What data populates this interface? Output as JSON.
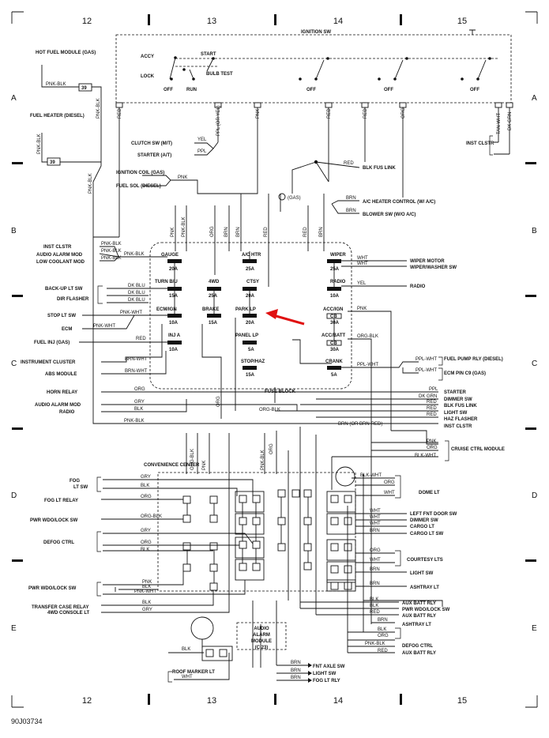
{
  "grid": {
    "columns": [
      "12",
      "13",
      "14",
      "15"
    ],
    "rows": [
      "A",
      "B",
      "C",
      "D",
      "E"
    ]
  },
  "diagram_id": "90J03734",
  "ignition": {
    "title": "IGNITION SW",
    "positions": [
      "ACCY",
      "START",
      "LOCK",
      "BULB TEST",
      "OFF",
      "RUN",
      "OFF",
      "OFF",
      "OFF"
    ],
    "wires": [
      "RED",
      "PPL (OR YEL)",
      "PNK",
      "RED",
      "RED",
      "ORG",
      "TAN-WHT",
      "DK GRN"
    ]
  },
  "left_labels": {
    "hot_fuel_module": "HOT FUEL MODULE (GAS)",
    "fuel_heater": "FUEL HEATER (DIESEL)",
    "conn39": "39",
    "pnk_blk": "PNK-BLK",
    "clutch_sw": "CLUTCH SW (M/T)",
    "starter_at": "STARTER (A/T)",
    "yel": "YEL",
    "ppl": "PPL",
    "ign_coil": "IGNITION COIL (GAS)",
    "fuel_sol": "FUEL SOL (DIESEL)",
    "pnk": "PNK",
    "inst_clstr": "INST CLSTR",
    "audio_alarm_mod": "AUDIO ALARM MOD",
    "low_coolant_mod": "LOW COOLANT MOD",
    "backup_lt_sw": "BACK-UP LT SW",
    "dir_flasher": "DIR FLASHER",
    "dk_blu": "DK BLU",
    "stop_lt_sw": "STOP LT SW",
    "ecm": "ECM",
    "pnk_wht": "PNK-WHT",
    "fuel_inj": "FUEL INJ (GAS)",
    "red": "RED",
    "instrument_cluster": "INSTRUMENT CLUSTER",
    "brn_wht": "BRN-WHT",
    "abs_module": "ABS MODULE",
    "horn_relay": "HORN RELAY",
    "org": "ORG",
    "audio_alarm_mod2": "AUDIO ALARM MOD",
    "gry": "GRY",
    "radio": "RADIO",
    "blk": "BLK",
    "fog_lt_sw": "FOG LT SW",
    "fog_lt_relay": "FOG LT RELAY",
    "pwr_wdo_lock_sw": "PWR WDO/LOCK SW",
    "org_blk": "ORG-BLK",
    "defog_ctrl": "DEFOG CTRL",
    "pwr_wdo_lock_sw2": "PWR WDO/LOCK SW",
    "transfer_case_relay": "TRANSFER CASE RELAY",
    "wd_console_lt": "4WD CONSOLE LT",
    "roof_marker_lt": "ROOF MARKER LT",
    "wht": "WHT"
  },
  "fuses": [
    {
      "name": "GAUGE",
      "amp": "20A"
    },
    {
      "name": "A/C HTR",
      "amp": "25A"
    },
    {
      "name": "WIPER",
      "amp": "25A"
    },
    {
      "name": "TURN B/U",
      "amp": "15A"
    },
    {
      "name": "4WD",
      "amp": "25A"
    },
    {
      "name": "CTSY",
      "amp": "20A"
    },
    {
      "name": "RADIO",
      "amp": "10A"
    },
    {
      "name": "ECM/IGN",
      "amp": "10A"
    },
    {
      "name": "BRAKE",
      "amp": "15A"
    },
    {
      "name": "PARK LP",
      "amp": "20A"
    },
    {
      "name": "ACC/IGN",
      "amp": "30A"
    },
    {
      "name": "INJ A",
      "amp": "10A"
    },
    {
      "name": "PANEL LP",
      "amp": "5A"
    },
    {
      "name": "ACC/BATT",
      "amp": "30A"
    },
    {
      "name": "STOP/HAZ",
      "amp": "15A"
    },
    {
      "name": "CRANK",
      "amp": "5A"
    }
  ],
  "fuse_block": "FUSE BLOCK",
  "cb": "CB",
  "convenience_center": "CONVENIENCE CENTER",
  "audio_alarm_module": "AUDIO ALARM MODULE (C 23)",
  "right_labels": {
    "blk_fus_link": "BLK FUS LINK",
    "gas": "(GAS)",
    "ac_heater_control": "A/C HEATER CONTROL (W/ A/C)",
    "blower_sw": "BLOWER SW (W/O A/C)",
    "brn": "BRN",
    "wiper_motor": "WIPER MOTOR",
    "wiper_washer_sw": "WIPER/WASHER SW",
    "radio": "RADIO",
    "fuel_pump_rly": "FUEL PUMP RLY (DIESEL)",
    "ecm_pin_c9": "ECM PIN C9 (GAS)",
    "ppl_wht": "PPL-WHT",
    "starter": "STARTER",
    "dimmer_sw": "DIMMER SW",
    "blk_fus_link2": "BLK FUS LINK",
    "light_sw": "LIGHT SW",
    "haz_flasher": "HAZ FLASHER",
    "inst_clstr": "INST CLSTR",
    "dk_grn": "DK GRN",
    "brn_or_brn_red": "BRN (OR BRN-RED)",
    "pnk": "PNK",
    "blk_wht": "BLK-WHT",
    "cruise_ctrl_module": "CRUISE CTRL MODULE",
    "dome_lt": "DOME LT",
    "left_fnt_door_sw": "LEFT FNT DOOR SW",
    "dimmer_sw2": "DIMMER SW",
    "cargo_lt": "CARGO LT",
    "cargo_lt_sw": "CARGO LT SW",
    "courtesy_lts": "COURTESY LTS",
    "light_sw2": "LIGHT SW",
    "ashtray_lt": "ASHTRAY LT",
    "aux_batt_rly": "AUX BATT RLY",
    "pwr_wdo_lock_sw": "PWR WDO/LOCK SW",
    "aux_batt_rly2": "AUX BATT RLY",
    "ashtray_lt2": "ASHTRAY LT",
    "defog_ctrl": "DEFOG CTRL",
    "aux_batt_rly3": "AUX BATT RLY",
    "fnt_axle_sw": "FNT AXLE SW",
    "light_sw3": "LIGHT SW",
    "fog_lt_rly": "FOG LT RLY",
    "ign_sw_wires": "IGN SW"
  }
}
